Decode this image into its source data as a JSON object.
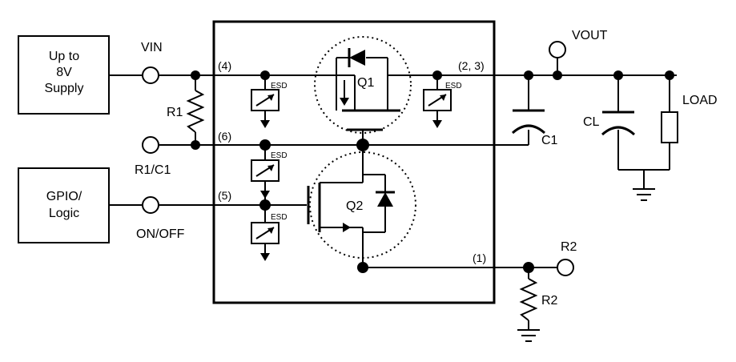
{
  "labels": {
    "supply": [
      "Up to",
      "8V",
      "Supply"
    ],
    "gpio": [
      "GPIO/",
      "Logic"
    ],
    "vin": "VIN",
    "r1": "R1",
    "r1c1": "R1/C1",
    "onoff": "ON/OFF",
    "pin4": "(4)",
    "pin6": "(6)",
    "pin5": "(5)",
    "pin23": "(2, 3)",
    "pin1": "(1)",
    "esd": "ESD",
    "q1": "Q1",
    "q2": "Q2",
    "vout": "VOUT",
    "load": "LOAD",
    "cl": "CL",
    "c1": "C1",
    "r2": "R2"
  }
}
